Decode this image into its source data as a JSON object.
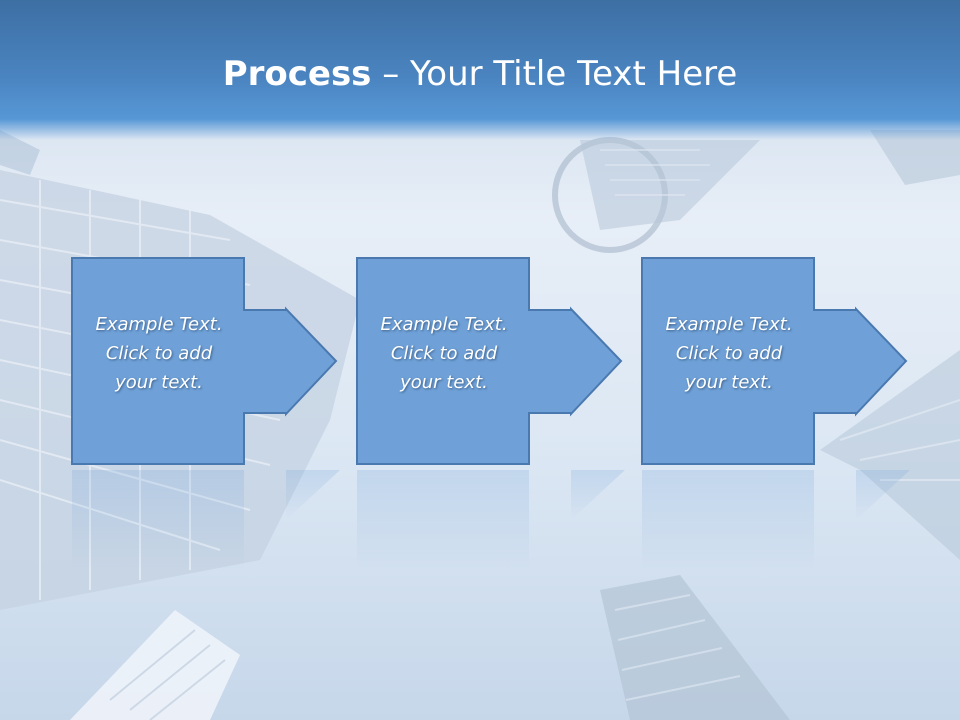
{
  "slide": {
    "title_bold": "Process",
    "title_rest": " – Your Title Text Here"
  },
  "steps": [
    {
      "line1": "Example Text.",
      "line2": "Click  to add",
      "line3": "your text."
    },
    {
      "line1": "Example Text.",
      "line2": "Click  to add",
      "line3": "your text."
    },
    {
      "line1": "Example Text.",
      "line2": "Click  to add",
      "line3": "your text."
    }
  ],
  "colors": {
    "title_band": "#4a84c0",
    "step_fill": "#6fa1d8",
    "step_stroke": "#4a79b0",
    "text": "#ffffff"
  }
}
